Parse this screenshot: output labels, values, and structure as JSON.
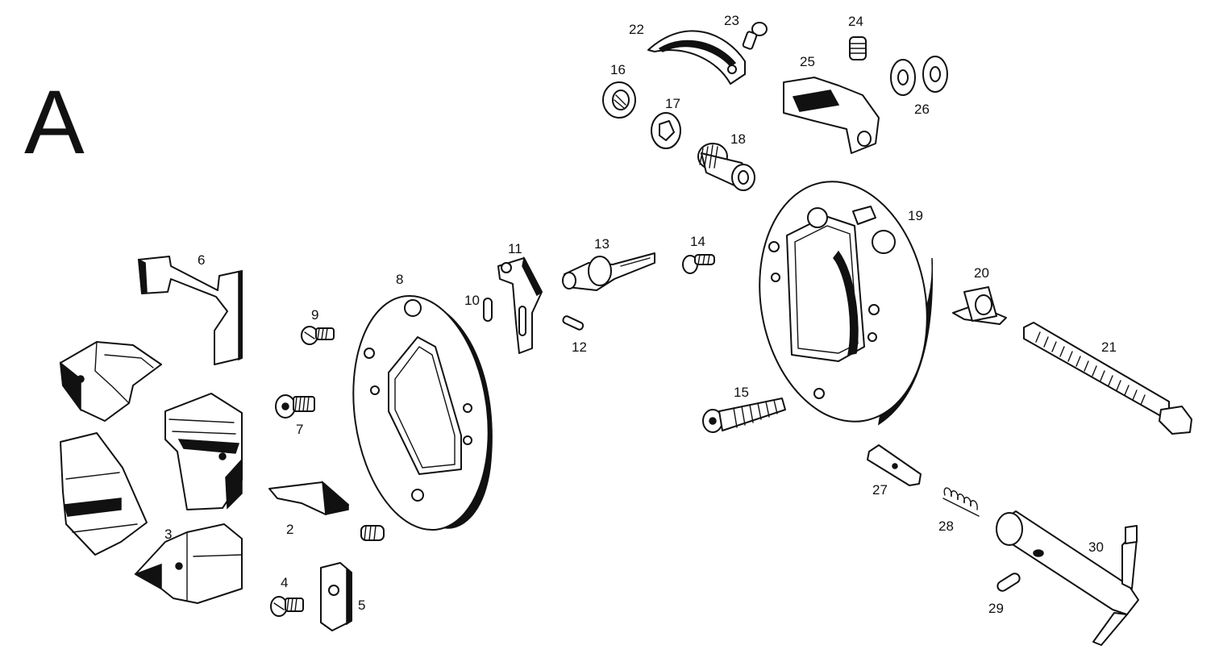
{
  "figure": {
    "panel_letter": "A",
    "part_labels": [
      "2",
      "3",
      "4",
      "5",
      "6",
      "7",
      "8",
      "9",
      "10",
      "11",
      "12",
      "13",
      "14",
      "15",
      "16",
      "17",
      "18",
      "19",
      "20",
      "21",
      "22",
      "23",
      "24",
      "25",
      "26",
      "27",
      "28",
      "29",
      "30"
    ]
  }
}
